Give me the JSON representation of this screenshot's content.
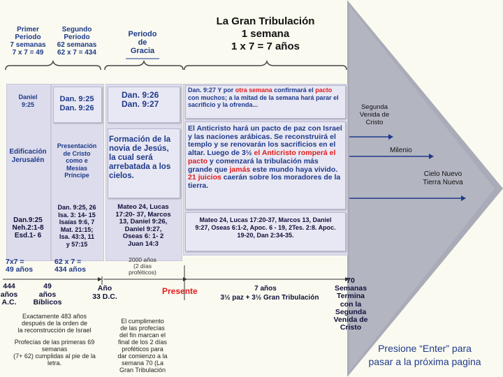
{
  "title": {
    "line1": "La Gran Tribulación",
    "line2": "1 semana",
    "line3": "1 x 7 = 7 años"
  },
  "periods": {
    "primer": [
      "Primer",
      "Periodo",
      "7 semanas",
      "7 x 7 = 49"
    ],
    "segundo": [
      "Segundo",
      "Periodo",
      "62 semanas",
      "62 x 7 = 434"
    ],
    "gracia": [
      "Periodo",
      "de",
      "Gracia"
    ]
  },
  "col1": {
    "daniel": [
      "Daniel",
      "9:25"
    ],
    "edificacion": [
      "Edificación",
      "Jerusalén"
    ],
    "refs": [
      "Dan.9:25",
      "Neh.2:1-8",
      "Esd.1- 6"
    ]
  },
  "col2": {
    "daniel": [
      "Dan. 9:25",
      "Dan. 9:26"
    ],
    "presentacion": [
      "Presentación",
      "de Cristo",
      "como e",
      "Mesías",
      "Príncipe"
    ],
    "refs": [
      "Dan. 9:25, 26",
      "Isa. 3: 14- 15",
      "Isaías 9:6, 7",
      "Mat. 21:15;",
      "Isa. 43:3, 11",
      "y 57:15"
    ]
  },
  "col3": {
    "daniel": [
      "Dan. 9:26",
      "Dan. 9:27"
    ],
    "formacion": [
      "Formación de la",
      "novia de Jesús,",
      "la cual será",
      "arrebatada a los",
      "cielos."
    ],
    "refs": [
      "Mateo 24, Lucas",
      "17:20- 37, Marcos",
      "13, Daniel 9:26,",
      "Daniel 9:27,",
      "Oseas 6: 1- 2",
      "Juan 14:3"
    ]
  },
  "col4": {
    "p1": {
      "a": "Dan. 9:27 Y por ",
      "b": "otra semana",
      "c": " confirmará el ",
      "d": "pacto",
      "e": " con muchos; a la mitad de la semana hará parar el sacrificio y la ofrenda..."
    },
    "p2": {
      "a": "El Anticristo hará un pacto de paz con Israel y las naciones arábicas. Se reconstruirá el templo y se renovarán los sacrificios en el altar. Luego de 3½ ",
      "b": "el Anticristo romperá el pacto",
      "c": " y comenzará la tribulación más grande que ",
      "d": "jamás",
      "e": " este mundo haya vivido. ",
      "f": "21 juicios",
      "g": " caerán sobre los moradores de la tierra."
    },
    "refs": "Mateo 24, Lucas 17:20-37, Marcos 13, Daniel 9:27, Oseas 6:1-2, Apoc. 6 - 19, 2Tes. 2:8. Apoc. 19-20, Dan 2:34-35."
  },
  "arrow_items": {
    "segunda": [
      "Segunda",
      "Venida de",
      "Cristo"
    ],
    "milenio": "Milenio",
    "cielo": [
      "Cielo Nuevo",
      "Tierra Nueva"
    ]
  },
  "timeline": {
    "calc1": [
      "7x7 =",
      "49 años"
    ],
    "calc2": [
      "62 x 7 =",
      "434 años"
    ],
    "gracia_note": [
      "2000 años",
      "(2 días",
      "proféticos)"
    ],
    "ac": [
      "444",
      "años",
      "A.C."
    ],
    "biblicos": [
      "49",
      "años",
      "Bíblicos"
    ],
    "dc": [
      "Año",
      "33 D.C."
    ],
    "presente": "Presente",
    "siete": "7 años",
    "paz": "3½ paz + 3½ Gran Tribulación",
    "setenta": [
      "70",
      "Semanas",
      "Termina",
      "con la",
      "Segunda",
      "Venida de",
      "Cristo"
    ]
  },
  "bottom": {
    "note1": [
      "Exactamente 483 años",
      "después de la orden de",
      "la reconstrucción de Israel"
    ],
    "note2": [
      "Profecías de las primeras 69",
      "semanas",
      "(7+ 62) cumplidas al pie de la",
      "letra."
    ],
    "note3": [
      "El cumplimento",
      "de las profecías",
      "del fin marcan el",
      "final de los 2 días",
      "proféticos para",
      "dar comienzo a la",
      "semana 70 (La",
      "Gran Tribulación"
    ],
    "enter": [
      "Presione “Enter” para",
      "pasar a la próxima pagina"
    ]
  },
  "colors": {
    "blue": "#1f3a8a",
    "red": "#e21b1b",
    "arrow": "#a9abb8"
  }
}
